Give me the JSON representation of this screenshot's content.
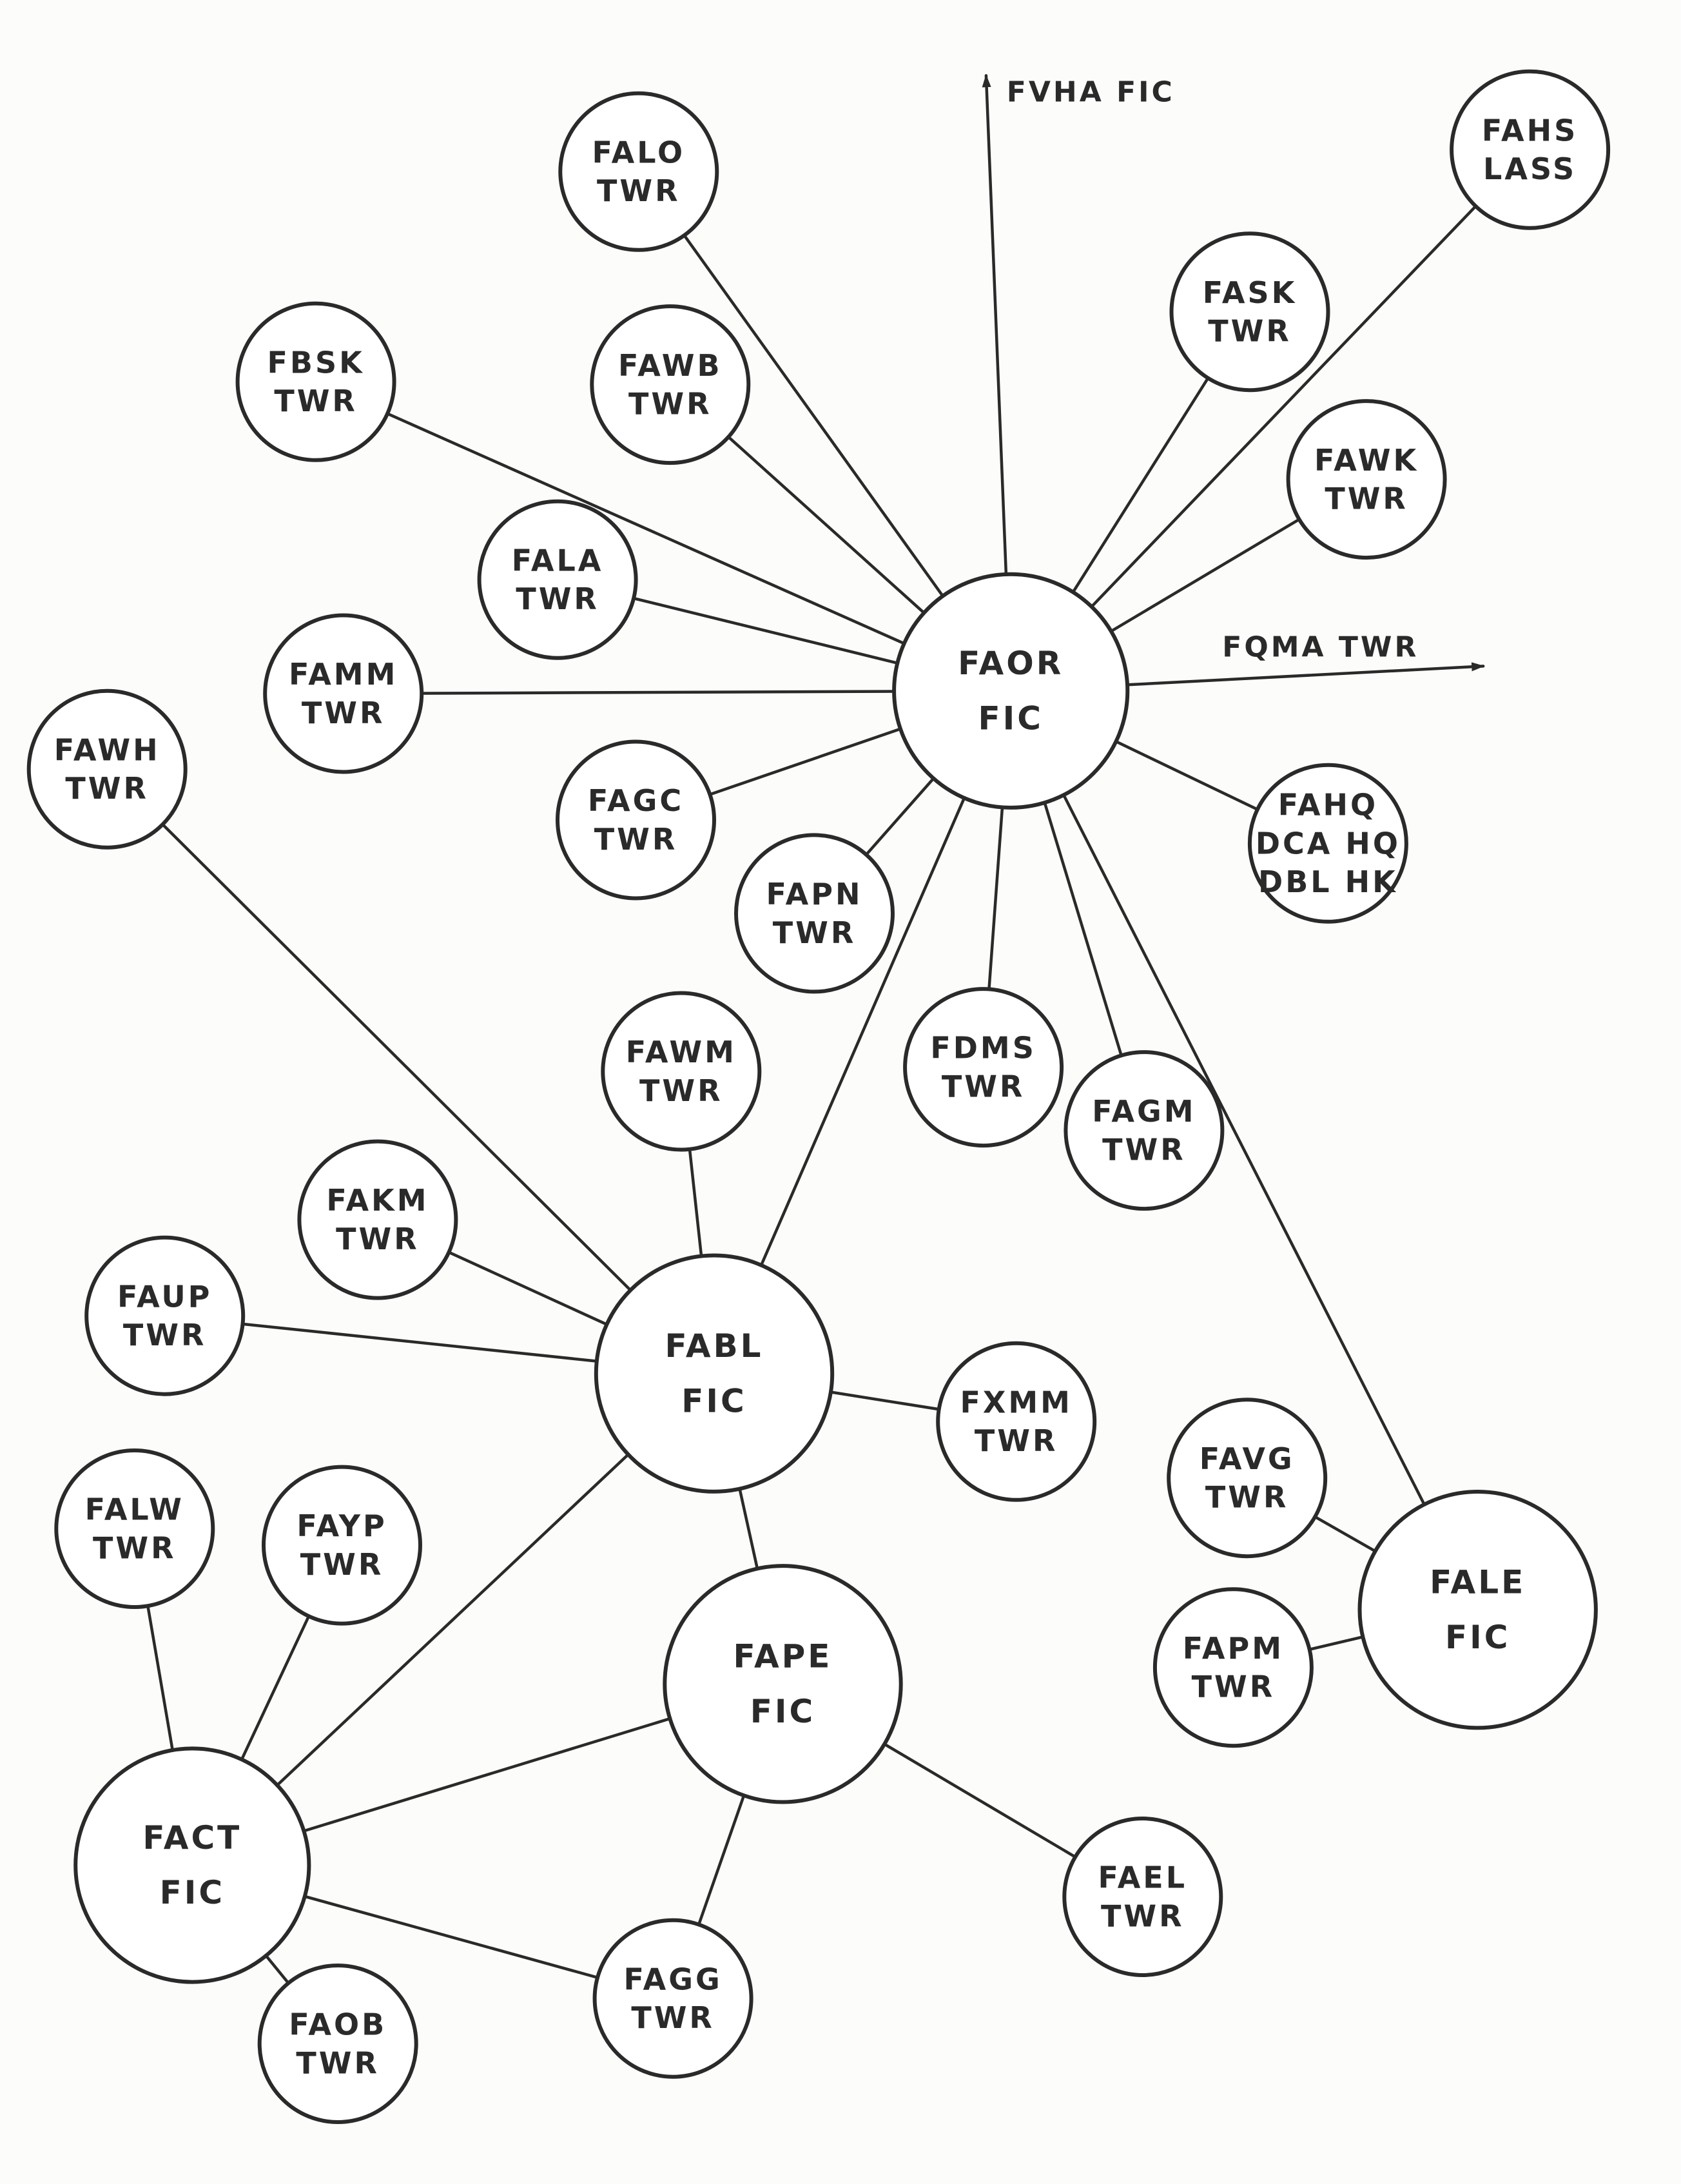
{
  "nodes": [
    {
      "id": "FAOR",
      "lines": [
        "FAOR",
        "FIC"
      ]
    },
    {
      "id": "FABL",
      "lines": [
        "FABL",
        "FIC"
      ]
    },
    {
      "id": "FACT",
      "lines": [
        "FACT",
        "FIC"
      ]
    },
    {
      "id": "FAPE",
      "lines": [
        "FAPE",
        "FIC"
      ]
    },
    {
      "id": "FALE",
      "lines": [
        "FALE",
        "FIC"
      ]
    },
    {
      "id": "FALO",
      "lines": [
        "FALO",
        "TWR"
      ]
    },
    {
      "id": "FBSK",
      "lines": [
        "FBSK",
        "TWR"
      ]
    },
    {
      "id": "FAWB",
      "lines": [
        "FAWB",
        "TWR"
      ]
    },
    {
      "id": "FALA",
      "lines": [
        "FALA",
        "TWR"
      ]
    },
    {
      "id": "FAMM",
      "lines": [
        "FAMM",
        "TWR"
      ]
    },
    {
      "id": "FAWH",
      "lines": [
        "FAWH",
        "TWR"
      ]
    },
    {
      "id": "FAGC",
      "lines": [
        "FAGC",
        "TWR"
      ]
    },
    {
      "id": "FAPN",
      "lines": [
        "FAPN",
        "TWR"
      ]
    },
    {
      "id": "FDMS",
      "lines": [
        "FDMS",
        "TWR"
      ]
    },
    {
      "id": "FAGM",
      "lines": [
        "FAGM",
        "TWR"
      ]
    },
    {
      "id": "FAHQ",
      "lines": [
        "FAHQ",
        "DCA HQ",
        "DBL HK"
      ]
    },
    {
      "id": "FAWK",
      "lines": [
        "FAWK",
        "TWR"
      ]
    },
    {
      "id": "FASK",
      "lines": [
        "FASK",
        "TWR"
      ]
    },
    {
      "id": "FAHS",
      "lines": [
        "FAHS",
        "LASS"
      ]
    },
    {
      "id": "FAWM",
      "lines": [
        "FAWM",
        "TWR"
      ]
    },
    {
      "id": "FAKM",
      "lines": [
        "FAKM",
        "TWR"
      ]
    },
    {
      "id": "FAUP",
      "lines": [
        "FAUP",
        "TWR"
      ]
    },
    {
      "id": "FXMM",
      "lines": [
        "FXMM",
        "TWR"
      ]
    },
    {
      "id": "FALW",
      "lines": [
        "FALW",
        "TWR"
      ]
    },
    {
      "id": "FAYP",
      "lines": [
        "FAYP",
        "TWR"
      ]
    },
    {
      "id": "FAOB",
      "lines": [
        "FAOB",
        "TWR"
      ]
    },
    {
      "id": "FAGG",
      "lines": [
        "FAGG",
        "TWR"
      ]
    },
    {
      "id": "FAEL",
      "lines": [
        "FAEL",
        "TWR"
      ]
    },
    {
      "id": "FAVG",
      "lines": [
        "FAVG",
        "TWR"
      ]
    },
    {
      "id": "FAPM",
      "lines": [
        "FAPM",
        "TWR"
      ]
    }
  ],
  "edges": [
    [
      "FAOR",
      "FALO"
    ],
    [
      "FAOR",
      "FBSK"
    ],
    [
      "FAOR",
      "FAWB"
    ],
    [
      "FAOR",
      "FALA"
    ],
    [
      "FAOR",
      "FAMM"
    ],
    [
      "FAOR",
      "FAGC"
    ],
    [
      "FAOR",
      "FAPN"
    ],
    [
      "FAOR",
      "FDMS"
    ],
    [
      "FAOR",
      "FAGM"
    ],
    [
      "FAOR",
      "FAHQ"
    ],
    [
      "FAOR",
      "FAWK"
    ],
    [
      "FAOR",
      "FASK"
    ],
    [
      "FAOR",
      "FAHS"
    ],
    [
      "FAOR",
      "FABL"
    ],
    [
      "FAOR",
      "FALE"
    ],
    [
      "FABL",
      "FAWH"
    ],
    [
      "FABL",
      "FAWM"
    ],
    [
      "FABL",
      "FAKM"
    ],
    [
      "FABL",
      "FAUP"
    ],
    [
      "FABL",
      "FXMM"
    ],
    [
      "FABL",
      "FAPE"
    ],
    [
      "FABL",
      "FACT"
    ],
    [
      "FACT",
      "FALW"
    ],
    [
      "FACT",
      "FAYP"
    ],
    [
      "FACT",
      "FAOB"
    ],
    [
      "FACT",
      "FAGG"
    ],
    [
      "FACT",
      "FAPE"
    ],
    [
      "FAPE",
      "FAGG"
    ],
    [
      "FAPE",
      "FAEL"
    ],
    [
      "FALE",
      "FAVG"
    ],
    [
      "FALE",
      "FAPM"
    ]
  ],
  "external_links": [
    {
      "id": "FVHA",
      "from": "FAOR",
      "label": "FVHA FIC",
      "direction": "up"
    },
    {
      "id": "FQMA",
      "from": "FAOR",
      "label": "FQMA TWR",
      "direction": "right"
    }
  ]
}
